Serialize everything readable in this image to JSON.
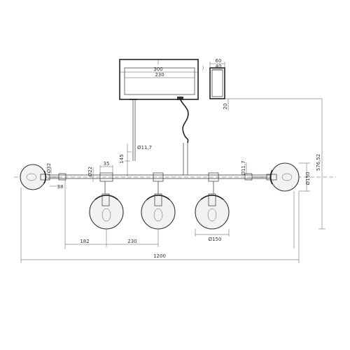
{
  "drawing": {
    "dimensions": {
      "canopy_length_outer": "300",
      "canopy_length_inner": "230",
      "canopy_width_outer": "60",
      "canopy_width_inner": "40",
      "canopy_height": "20",
      "overall_height": "576,52",
      "cable_dia_left": "Ø11,7",
      "rod_height": "145",
      "bar_dia": "Ø22",
      "joint_width": "35",
      "socket_dia": "Ø32",
      "socket_length": "38",
      "cable_dia_right": "Ø11,7",
      "shade_dia_side": "Ø150",
      "shade_dia_bottom": "Ø150",
      "spacing_outer": "182",
      "spacing_inner": "230",
      "overall_length": "1200"
    }
  }
}
